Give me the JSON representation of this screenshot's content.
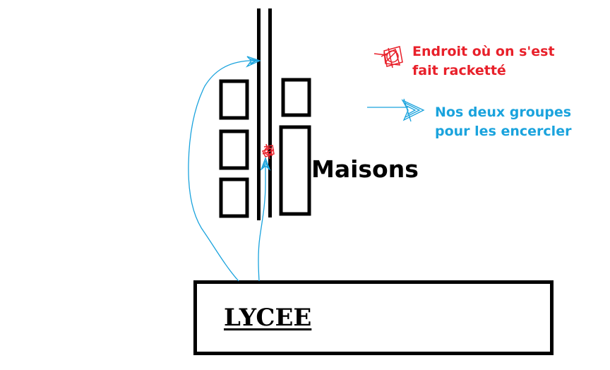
{
  "colors": {
    "ink": "#000000",
    "racket_marker": "#e8202a",
    "group_marker": "#1aa3dd",
    "background": "#ffffff"
  },
  "icons": {
    "racket_marker": "scribble-marker",
    "group_marker": "arrowhead-scribble"
  },
  "legend": {
    "racket_place": {
      "line1": "Endroit où on s'est",
      "line2": "fait racketté"
    },
    "our_groups": {
      "line1": "Nos deux groupes",
      "line2": "pour les encercler"
    }
  },
  "labels": {
    "houses": "Maisons",
    "school": "LYCEE"
  }
}
